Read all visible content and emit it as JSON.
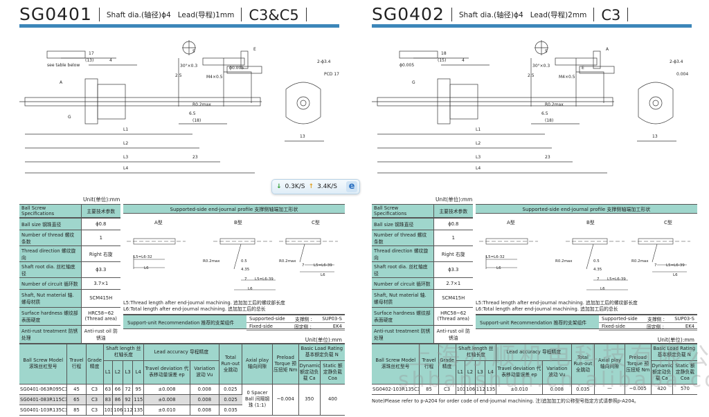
{
  "panels": [
    {
      "model": "SG0401",
      "subtitle": "Shaft dia.(轴径)ϕ4   Lead(导程)1mm",
      "grade": "C3&C5",
      "drawing_labels": [
        "17",
        "(13)",
        "4",
        "5",
        "L1",
        "L2",
        "L3",
        "L4",
        "23",
        "(18)",
        "6.5",
        "13",
        "M4×0.5",
        "30°×0.3",
        "2.5",
        "R0.2max",
        "2-ϕ3.4",
        "PCD 17",
        "see table below",
        "ϕ0.005",
        "E",
        "A",
        "G"
      ],
      "unit": "Unit(单位):mm",
      "spec_header": [
        "Ball Screw Specifications",
        "主要技术参数"
      ],
      "specs": [
        [
          "Ball size  钢珠直径",
          "ϕ0.8"
        ],
        [
          "Number of thread  螺纹条数",
          "1"
        ],
        [
          "Thread direction  螺纹旋向",
          "Right  右旋"
        ],
        [
          "Shaft root dia.  丝杠轴底径",
          "ϕ3.3"
        ],
        [
          "Number of circuit  循环数",
          "3.7×1"
        ],
        [
          "Shaft, Nut material 轴.螺母材质",
          "SCM415H"
        ],
        [
          "Surface hardness 螺纹部表面硬度",
          "HRC58~62 (Thread area)"
        ],
        [
          "Anti-rust treatment 防锈处理",
          "Anti-rust oil 防锈油"
        ]
      ],
      "profile_header": "Supported-side end-journal profile  支撑侧轴端加工形状",
      "profile_types": [
        "A型",
        "B型",
        "C型"
      ],
      "profile_labels": [
        "L5=L6-32",
        "L6",
        "R0.2max",
        "0.5",
        "4.35",
        "7",
        "L5=L6-39",
        "L6",
        "R0.2max",
        "7",
        "L5=L6-39",
        "L6"
      ],
      "notes": [
        "L5:Thread length after end-journal machining.  追加加工后的螺纹部长度",
        "L6:Total length after end-journal machining.  追加加工后的总长"
      ],
      "support": {
        "label": "Support-unit Recommendation  推荐的支架组件",
        "rows": [
          [
            "Supported-side",
            "支撑侧 :",
            "SUP03-S"
          ],
          [
            "Fixed-side",
            "固定侧 :",
            "EK4"
          ]
        ]
      },
      "table_unit": "Unit(单位):mm",
      "headers": {
        "model": "Ball Screw Model 滚珠丝杠型号",
        "travel": "Travel 行程",
        "grade": "Grade 精度",
        "shaft": "Shaft length 丝杠轴长度",
        "L": [
          "L1",
          "L2",
          "L3",
          "L4"
        ],
        "lead": "Lead accuracy 导程精度",
        "dev": "Travel deviation 代表移动量误差 ep",
        "var": "Variation 波动 Vu",
        "runout": "Total Run-out 全跳动",
        "axial": "Axial play 轴向间隙",
        "preload": "Preload Torque 预压扭矩 Nm",
        "load": "Basic Load Rating 基本额定负载  N",
        "dyn": "Dynamic 额定动负载 Ca",
        "stat": "Static 额定静负载 Coa"
      },
      "rows": [
        [
          "SG0401-063R095C3",
          "45",
          "C3",
          "63",
          "66",
          "72",
          "95",
          "±0.008",
          "0.008",
          "0.025"
        ],
        [
          "SG0401-083R115C3",
          "65",
          "C3",
          "83",
          "86",
          "92",
          "115",
          "±0.008",
          "0.008",
          "0.025"
        ],
        [
          "SG0401-103R135C3",
          "85",
          "C3",
          "103",
          "106",
          "112",
          "135",
          "±0.010",
          "0.008",
          "0.035"
        ]
      ],
      "shared": {
        "axial": "0 Spacer Ball 间隔钢珠 (1:1)",
        "preload": "~0.004",
        "dyn": "350",
        "stat": "400"
      }
    },
    {
      "model": "SG0402",
      "subtitle": "Shaft dia.(轴径)ϕ4   Lead(导程)2mm",
      "grade": "C3",
      "drawing_labels": [
        "18",
        "(15)",
        "4",
        "5",
        "L1",
        "L2",
        "L3",
        "L4",
        "23",
        "(18)",
        "6.5",
        "13",
        "M4×0.5",
        "30°×0.3",
        "2.5",
        "R0.2max",
        "2-ϕ3.4",
        "0.004",
        "ϕ0.005",
        "E",
        "A",
        "G"
      ],
      "unit": "Unit(单位):mm",
      "spec_header": [
        "Ball Screw Specifications",
        "主要技术参数"
      ],
      "specs": [
        [
          "Ball size  钢珠直径",
          "ϕ0.8"
        ],
        [
          "Number of thread  螺纹条数",
          "1"
        ],
        [
          "Thread direction  螺纹旋向",
          "Right  右旋"
        ],
        [
          "Shaft root dia.  丝杠轴底径",
          "ϕ3.3"
        ],
        [
          "Number of circuit  循环数",
          "2.7×1"
        ],
        [
          "Shaft, Nut material 轴.螺母材质",
          "SCM415H"
        ],
        [
          "Surface hardness 螺纹部表面硬度",
          "HRC58~62 (Thread area)"
        ],
        [
          "Anti-rust treatment 防锈处理",
          "Anti-rust oil 防锈油"
        ]
      ],
      "profile_header": "Supported-side end-journal profile  支撑侧轴端加工形状",
      "profile_types": [
        "A型",
        "B型",
        "C型"
      ],
      "profile_labels": [
        "L5=L6-32",
        "L6",
        "R0.2max",
        "0.5",
        "4.35",
        "7",
        "L5=L6-39",
        "L6",
        "R0.2max",
        "7",
        "L5=L6-39",
        "L6"
      ],
      "notes": [
        "L5:Thread length after end-journal machining.  追加加工后的螺纹部长度",
        "L6:Total length after end-journal machining.  追加加工后的总长"
      ],
      "support": {
        "label": "Support-unit Recommendation  推荐的支架组件",
        "rows": [
          [
            "Supported-side",
            "支撑侧 :",
            "SUP03-S"
          ],
          [
            "Fixed-side",
            "固定侧 :",
            "EK4"
          ]
        ]
      },
      "table_unit": "Unit(单位):mm",
      "headers": {
        "model": "Ball Screw Model 滚珠丝杠型号",
        "travel": "Travel 行程",
        "grade": "Grade 精度",
        "shaft": "Shaft length 丝杠轴长度",
        "L": [
          "L1",
          "L2",
          "L3",
          "L4"
        ],
        "lead": "Lead accuracy 导程精度",
        "dev": "Travel deviation 代表移动量误差 ep",
        "var": "Variation 波动 Vu",
        "runout": "Total Run-out 全跳动",
        "axial": "Axial play 轴向间隙",
        "preload": "Preload Torque 预压扭矩 Nm",
        "load": "Basic Load Rating 基本额定负载  N",
        "dyn": "Dynamic 额定动负载 Ca",
        "stat": "Static 额定静负载 Coa"
      },
      "rows": [
        [
          "SG0402-103R135C3",
          "85",
          "C3",
          "103",
          "106",
          "112",
          "135",
          "±0.010",
          "0.008",
          "0.035"
        ]
      ],
      "shared": {
        "axial": "—",
        "preload": "~0.005",
        "dyn": "420",
        "stat": "570"
      },
      "note": "Note)Please refer to p-A204 for order code of end-journal machining.   注)追加加工的公称型号指定方式请参照p-A204。"
    }
  ],
  "watermark": {
    "cn": "上海办顺机电科技有限公司",
    "url": "shbanshun.cn.alibaba.com"
  },
  "speed": {
    "down": "0.3K/S",
    "up": "3.4K/S",
    "down_color": "#2a9a2a",
    "up_color": "#e0a020"
  }
}
